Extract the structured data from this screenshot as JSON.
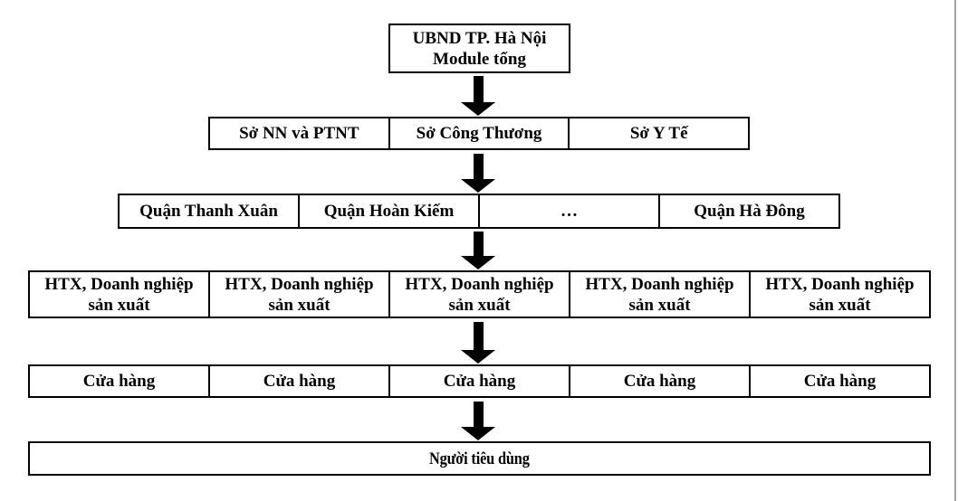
{
  "diagram": {
    "description": "Distribution hierarchy flowchart from Hanoi city government to consumers",
    "border_color": "#000000",
    "arrow_color": "#000000",
    "page_edge_color": "#a0a4a8",
    "levels": [
      {
        "name": "city-government",
        "cells": [
          "UBND TP. Hà Nội\nModule tổng"
        ]
      },
      {
        "name": "departments",
        "cells": [
          "Sở NN và PTNT",
          "Sở Công Thương",
          "Sở Y Tế"
        ]
      },
      {
        "name": "districts",
        "cells": [
          "Quận Thanh Xuân",
          "Quận Hoàn Kiếm",
          "…",
          "Quận Hà Đông"
        ]
      },
      {
        "name": "producers",
        "cells": [
          "HTX, Doanh nghiệp\nsản xuất",
          "HTX, Doanh nghiệp\nsản xuất",
          "HTX, Doanh nghiệp\nsản xuất",
          "HTX, Doanh nghiệp\nsản xuất",
          "HTX, Doanh nghiệp\nsản xuất"
        ]
      },
      {
        "name": "shops",
        "cells": [
          "Cửa hàng",
          "Cửa hàng",
          "Cửa hàng",
          "Cửa hàng",
          "Cửa hàng"
        ]
      },
      {
        "name": "consumers",
        "cells": [
          "Người tiêu dùng"
        ]
      }
    ]
  }
}
